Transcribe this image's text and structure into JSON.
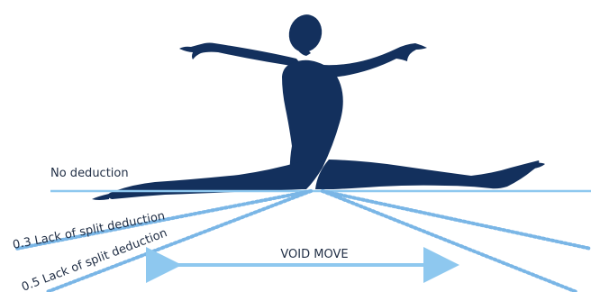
{
  "labels": {
    "no_deduction": "No deduction",
    "lack_split_03": "0.3 Lack of split deduction",
    "lack_split_05": "0.5 Lack of split deduction",
    "void_move": "VOID MOVE"
  },
  "colors": {
    "figure": "#13305d",
    "line_primary": "#8ec8ef",
    "line_dotted": "#7ab6e6",
    "arrow": "#8ec8ef",
    "text": "#1f2d44"
  },
  "icons": {
    "figure": "gymnast-split-leap-silhouette-icon",
    "arrow": "double-arrow-icon"
  }
}
